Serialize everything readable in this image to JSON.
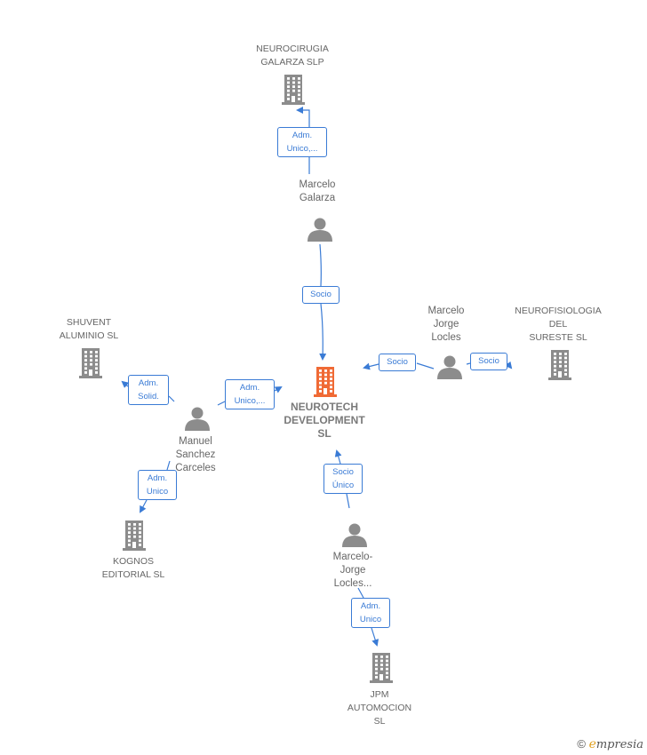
{
  "colors": {
    "edge": "#3a7bd5",
    "company_icon": "#8c8c8c",
    "center_icon": "#f06a35",
    "person_icon": "#8c8c8c",
    "text": "#666666"
  },
  "companies": [
    {
      "id": "neurocirugia",
      "label": "NEUROCIRUGIA\nGALARZA SLP",
      "icon": "building-icon"
    },
    {
      "id": "shuvent",
      "label": "SHUVENT\nALUMINIO  SL",
      "icon": "building-icon"
    },
    {
      "id": "neurofisiologia",
      "label": "NEUROFISIOLOGIA\nDEL\nSURESTE  SL",
      "icon": "building-icon"
    },
    {
      "id": "kognos",
      "label": "KOGNOS\nEDITORIAL SL",
      "icon": "building-icon"
    },
    {
      "id": "jpm",
      "label": "JPM\nAUTOMOCION\nSL",
      "icon": "building-icon"
    }
  ],
  "center": {
    "id": "neurotech",
    "label": "NEUROTECH\nDEVELOPMENT\nSL",
    "icon": "building-icon"
  },
  "persons": [
    {
      "id": "marcelo_galarza",
      "label": "Marcelo\nGalarza",
      "icon": "person-icon"
    },
    {
      "id": "marcelo_jorge",
      "label": "Marcelo\nJorge\nLocles",
      "icon": "person-icon"
    },
    {
      "id": "manuel",
      "label": "Manuel\nSanchez\nCarceles",
      "icon": "person-icon"
    },
    {
      "id": "marcelo_jorge2",
      "label": "Marcelo-\nJorge\nLocles...",
      "icon": "person-icon"
    }
  ],
  "edges": [
    {
      "id": "e1",
      "label": "Adm.\nUnico,...",
      "from": "marcelo_galarza",
      "to": "neurocirugia"
    },
    {
      "id": "e2",
      "label": "Socio",
      "from": "marcelo_galarza",
      "to": "neurotech"
    },
    {
      "id": "e3",
      "label": "Socio",
      "from": "marcelo_jorge",
      "to": "neurotech"
    },
    {
      "id": "e4",
      "label": "Socio",
      "from": "marcelo_jorge",
      "to": "neurofisiologia"
    },
    {
      "id": "e5",
      "label": "Adm.\nSolid.",
      "from": "manuel",
      "to": "shuvent"
    },
    {
      "id": "e6",
      "label": "Adm.\nUnico,...",
      "from": "manuel",
      "to": "neurotech"
    },
    {
      "id": "e7",
      "label": "Adm.\nUnico",
      "from": "manuel",
      "to": "kognos"
    },
    {
      "id": "e8",
      "label": "Socio\nÚnico",
      "from": "marcelo_jorge2",
      "to": "neurotech"
    },
    {
      "id": "e9",
      "label": "Adm.\nUnico",
      "from": "marcelo_jorge2",
      "to": "jpm"
    }
  ],
  "brand": {
    "copyright": "©",
    "e": "e",
    "rest": "mpresia"
  }
}
